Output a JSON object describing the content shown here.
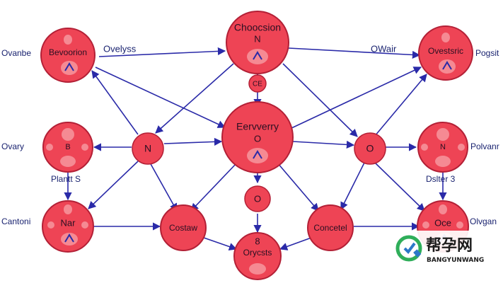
{
  "colors": {
    "background": "#ffffff",
    "node_fill": "#ee4455",
    "node_stroke": "#b32036",
    "inner_fill": "#f58a93",
    "edge": "#2a2aa8",
    "label_text": "#1a2370",
    "watermark_green": "#2fae5a",
    "watermark_blue": "#2c78c9"
  },
  "nodes": {
    "top_center": {
      "line1": "Choocsion",
      "line2": "N"
    },
    "top_left": {
      "line1": "Bevoorion"
    },
    "top_right": {
      "line1": "Ovestsric"
    },
    "center": {
      "line1": "Eervverry",
      "line2": "O"
    },
    "small_n": {
      "line1": "N"
    },
    "small_o_right": {
      "line1": "O"
    },
    "small_o_center": {
      "line1": "O"
    },
    "ce": {
      "line1": "CE"
    },
    "mid_left": {
      "line1": "B"
    },
    "mid_right": {
      "line1": "N"
    },
    "low_left": {
      "line1": "Nar"
    },
    "low_right": {
      "line1": "Oce"
    },
    "bottom_center": {
      "line1": "8",
      "line2": "Orycsts"
    },
    "center_low_left": {
      "line1": "Costaw"
    },
    "center_low_right": {
      "line1": "Concetel"
    }
  },
  "labels": {
    "far_left_top": "Ovanbe",
    "top_left_side": "Ovelyss",
    "top_right_side": "OWair",
    "far_right_top": "Pogsit",
    "mid_left_side": "Ovary",
    "mid_right_side": "Polvanr",
    "under_mid_left": "Plantt S",
    "under_mid_right": "Dslter 3",
    "low_left_side": "Cantoni",
    "low_right_side": "Olvgan"
  },
  "watermark": {
    "cn": "帮孕网",
    "en": "BANGYUNWANG"
  }
}
